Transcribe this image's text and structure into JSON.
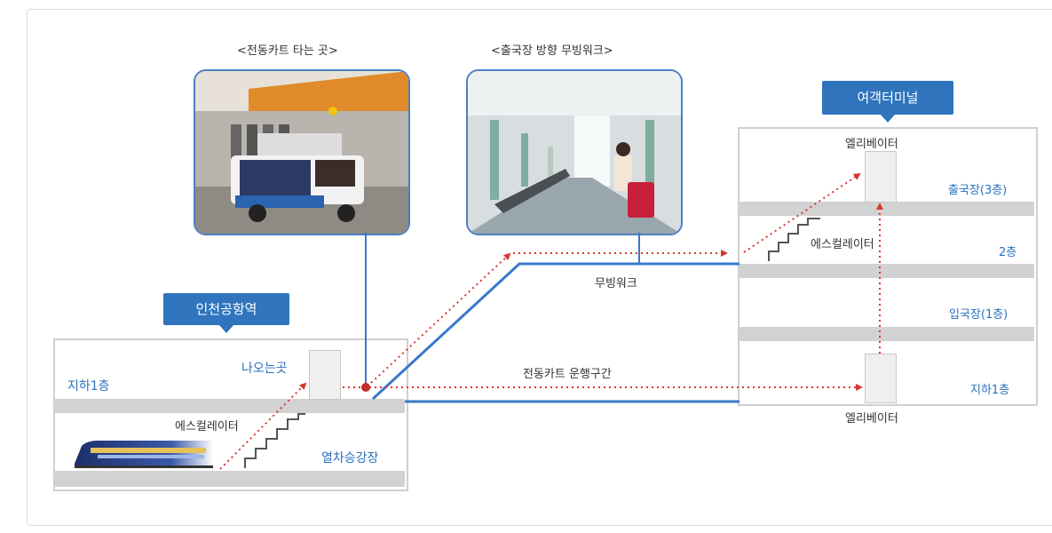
{
  "captions": {
    "cart_photo": "<전동카트 타는 곳>",
    "walkway_photo": "<출국장 방향 무빙워크>"
  },
  "station": {
    "badge": "인천공항역",
    "b1": "지하1층",
    "exit": "나오는곳",
    "escalator": "에스컬레이터",
    "platform": "열차승강장"
  },
  "terminal": {
    "badge": "여객터미널",
    "elevator_top": "엘리베이터",
    "departure": "출국장(3층)",
    "escalator": "에스컬레이터",
    "floor2": "2층",
    "arrival": "입국장(1층)",
    "b1": "지하1층",
    "elevator_bottom": "엘리베이터"
  },
  "routes": {
    "walkway": "무빙워크",
    "cart": "전동카트 운행구간"
  },
  "colors": {
    "accent_blue": "#2f74bd",
    "route_red": "#d9352f",
    "line_blue": "#3a78c9"
  }
}
